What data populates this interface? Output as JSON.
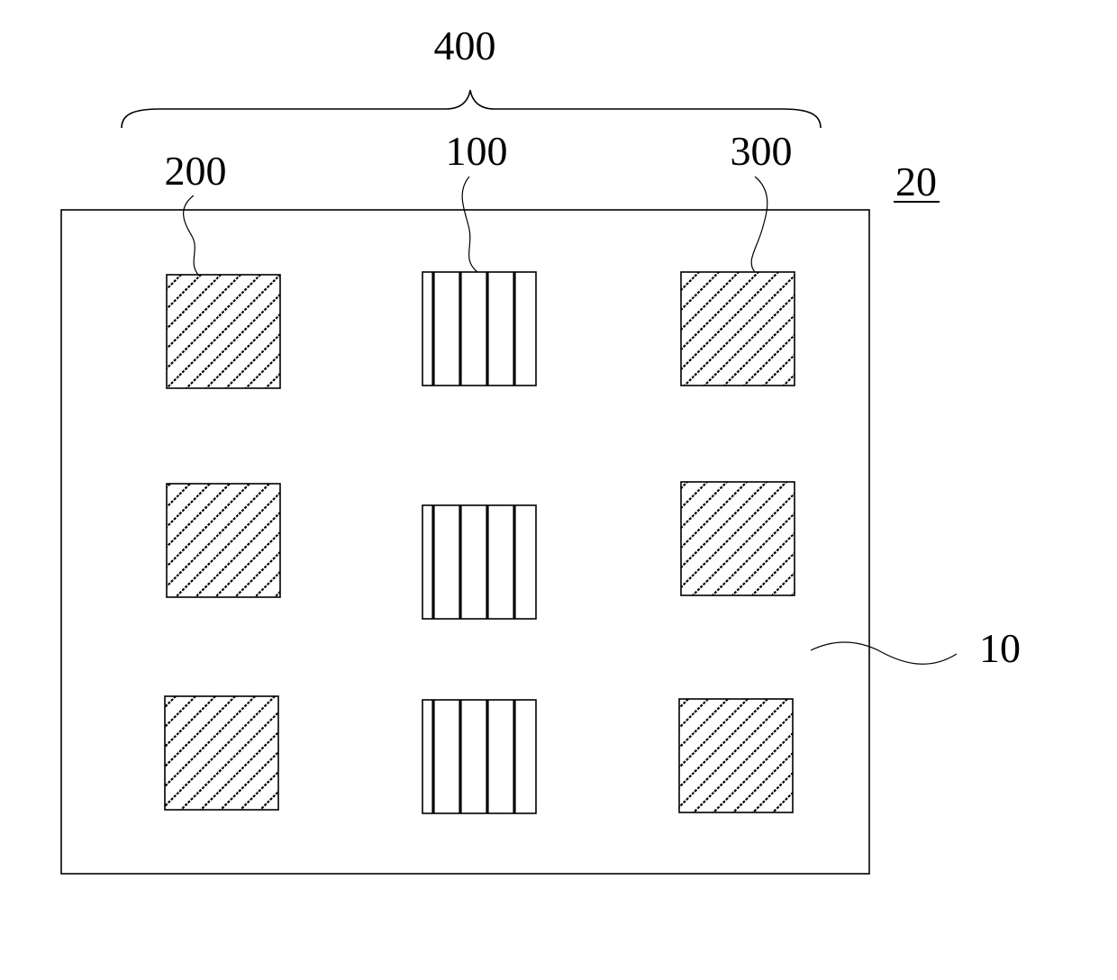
{
  "figure": {
    "labels": {
      "group": "400",
      "center_element": "100",
      "left_element": "200",
      "right_element": "300",
      "panel": "20",
      "substrate": "10"
    },
    "grid": {
      "rows": 3,
      "columns": 3
    },
    "columns": [
      {
        "reference": "200",
        "hatch": "diagonal"
      },
      {
        "reference": "100",
        "hatch": "vertical"
      },
      {
        "reference": "300",
        "hatch": "diagonal"
      }
    ],
    "colors": {
      "line": "#000000",
      "background": "#ffffff"
    }
  }
}
